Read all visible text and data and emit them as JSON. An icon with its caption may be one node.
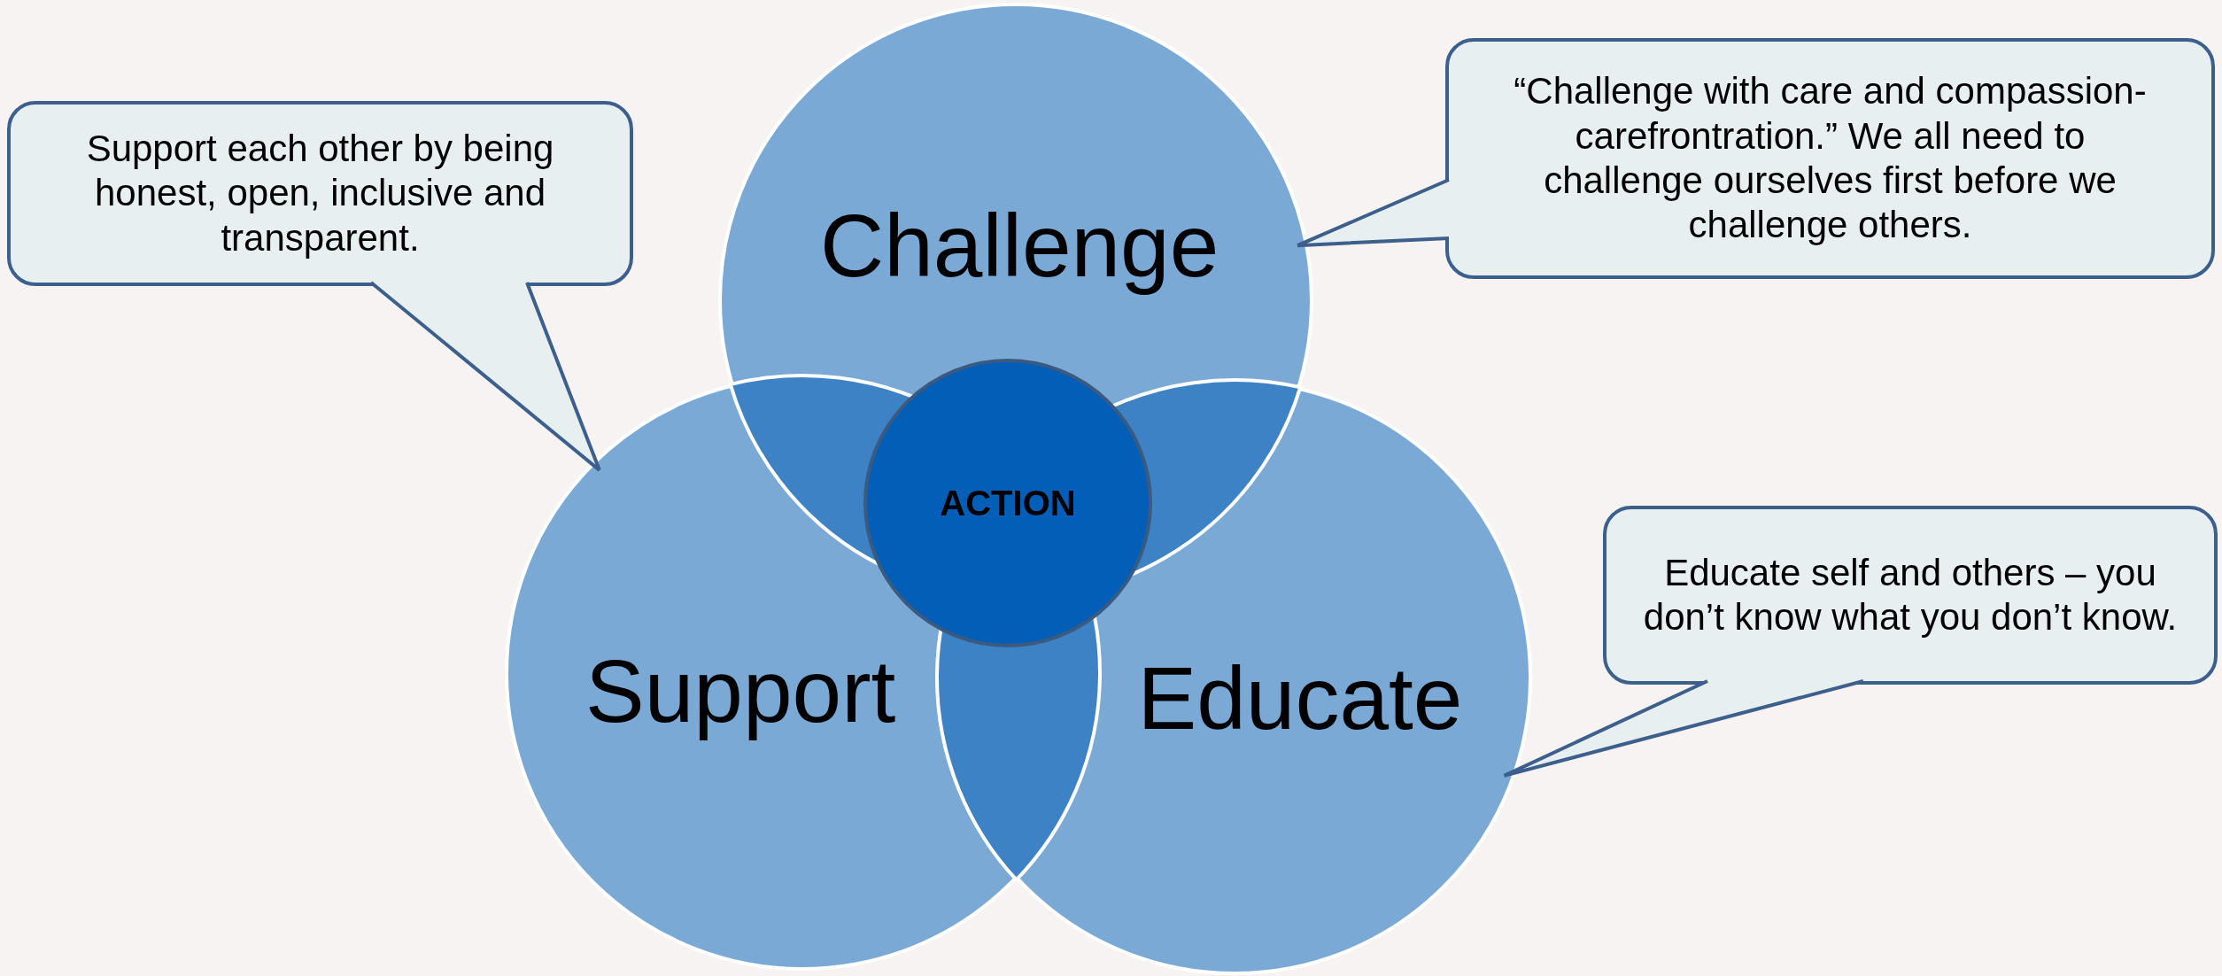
{
  "diagram": {
    "nodes": [
      {
        "text": [
          "Challenge"
        ]
      },
      {
        "text": [
          "Support"
        ]
      },
      {
        "text": [
          "Educate"
        ]
      },
      {
        "text": [
          "ACTION"
        ]
      },
      {
        "text": [
          "Support each other by being honest, open, inclusive and transparent."
        ]
      },
      {
        "text": [
          "“Challenge with care and compassion- carefrontration.” We all need to challenge ourselves first before we challenge others."
        ]
      },
      {
        "text": [
          "Educate self and others – you don’t know what you don’t know."
        ]
      }
    ],
    "edges": [
      {
        "from": 4,
        "to": 1,
        "arrow": "none"
      },
      {
        "from": 5,
        "to": 0,
        "arrow": "none"
      },
      {
        "from": 6,
        "to": 2,
        "arrow": "none"
      }
    ]
  }
}
